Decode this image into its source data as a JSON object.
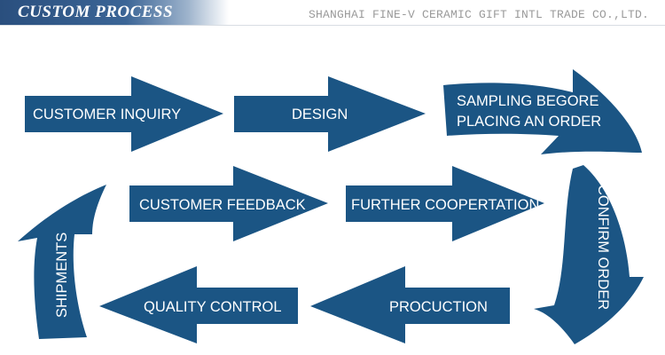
{
  "header": {
    "title": "CUSTOM PROCESS",
    "company": "SHANGHAI FINE-V CERAMIC GIFT INTL TRADE CO.,LTD."
  },
  "colors": {
    "arrow_fill": "#1b5584",
    "label_text": "#ffffff",
    "header_blue": "#2a4f7e"
  },
  "steps": [
    {
      "label": "CUSTOMER INQUIRY"
    },
    {
      "label": "DESIGN"
    },
    {
      "label_line1": "SAMPLING BEGORE",
      "label_line2": "PLACING AN ORDER"
    },
    {
      "label": "CONFIRM ORDER"
    },
    {
      "label": "PROCUCTION"
    },
    {
      "label": "QUALITY CONTROL"
    },
    {
      "label": "SHIPMENTS"
    },
    {
      "label": "CUSTOMER FEEDBACK"
    },
    {
      "label": "FURTHER COOPERTATION"
    }
  ]
}
